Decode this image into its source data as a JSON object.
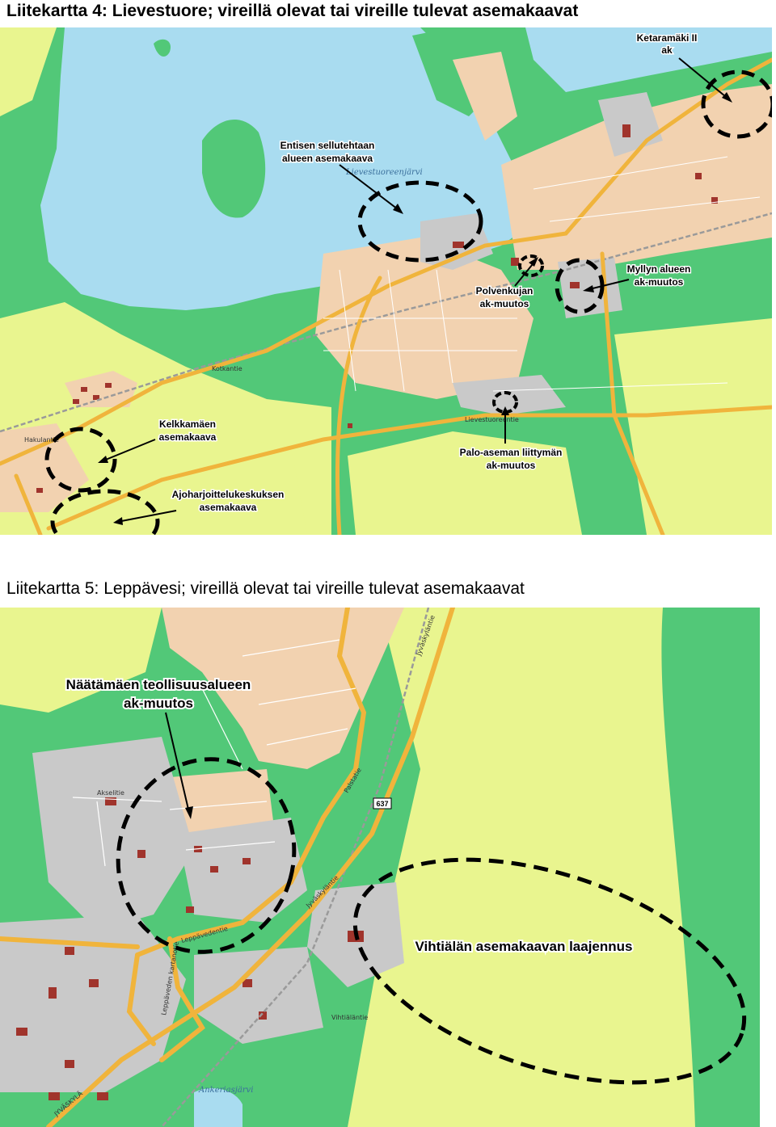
{
  "map1": {
    "title": "Liitekartta 4: Lievestuore; vireillä olevat tai vireille tulevat asemakaavat",
    "water_label": "Lievestuoreenjärvi",
    "road_labels": [
      "Kotkantie",
      "Hakulantie",
      "Lievestuoreentie"
    ],
    "annotations": {
      "ketaramaki": [
        "Ketaramäki II",
        "ak"
      ],
      "sellutehdas": [
        "Entisen sellutehtaan",
        "alueen asemakaava"
      ],
      "myllyn": [
        "Myllyn alueen",
        "ak-muutos"
      ],
      "polvenkujan": [
        "Polvenkujan",
        "ak-muutos"
      ],
      "kelkkamaen": [
        "Kelkkamäen",
        "asemakaava"
      ],
      "paloaseman": [
        "Palo-aseman liittymän",
        "ak-muutos"
      ],
      "ajoharjoittelu": [
        "Ajoharjoittelukeskuksen",
        "asemakaava"
      ]
    }
  },
  "map2": {
    "title": "Liitekartta 5: Leppävesi; vireillä olevat tai vireille tulevat asemakaavat",
    "road_number": "637",
    "water_label": "Ankeriasjärvi",
    "road_labels": [
      "Jyväskyläntie",
      "Jyväskyläntie",
      "Leppävedentie",
      "Leppäveden kartanotie",
      "Palstatie",
      "Akselitie",
      "JYVÄSKYLÄ",
      "Vihtiäläntie"
    ],
    "annotations": {
      "naatamaen": [
        "Näätämäen teollisuusalueen",
        "ak-muutos"
      ],
      "vihtialan": [
        "Vihtiälän asemakaavan laajennus"
      ]
    }
  },
  "colors": {
    "water": "#a9dcf0",
    "forest": "#52c878",
    "field": "#e9f58f",
    "residential": "#f2d2b0",
    "industrial": "#c9c9c9",
    "building": "#a0342c",
    "road_main": "#f0b43c",
    "railway": "#9a9a9a",
    "marker": "#000000"
  }
}
